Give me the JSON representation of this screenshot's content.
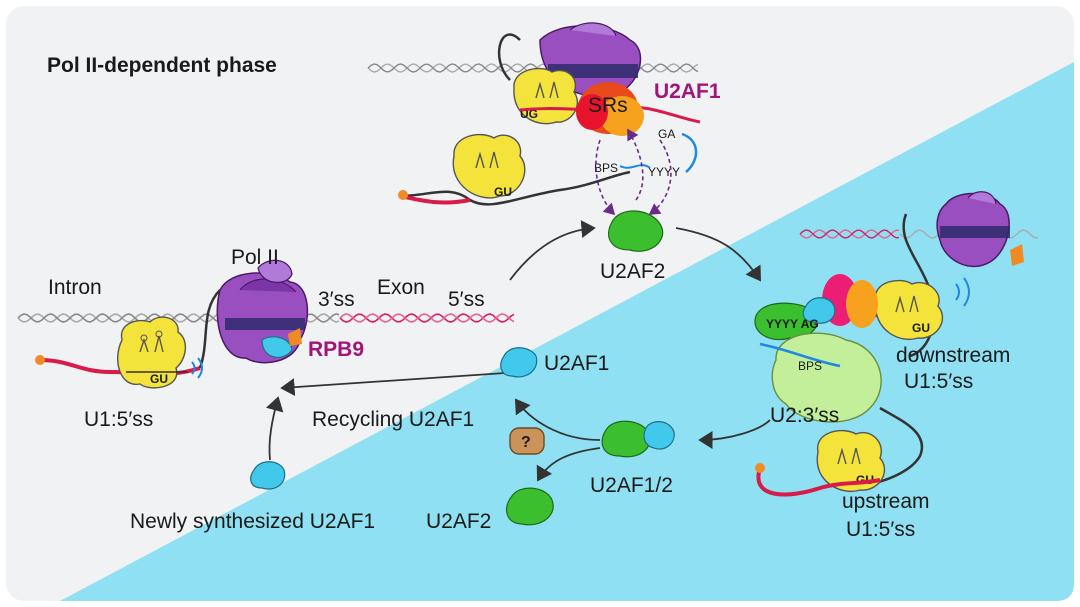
{
  "title": "Pol II-dependent phase",
  "labels": {
    "intron": "Intron",
    "exon": "Exon",
    "pol2": "Pol II",
    "ss3": "3′ss",
    "ss5": "5′ss",
    "rpb9": "RPB9",
    "u1_5ss": "U1:5′ss",
    "u2af2_top": "U2AF2",
    "u2af1_top": "U2AF1",
    "srs": "SRs",
    "ga": "GA",
    "bps_top": "BPS",
    "yyyy_top": "YYYY",
    "ug": "UG",
    "gu": "GU",
    "u2af1_mid": "U2AF1",
    "recycling": "Recycling U2AF1",
    "newly": "Newly synthesized U2AF1",
    "u2af1_2": "U2AF1/2",
    "u2af2_bottom": "U2AF2",
    "question": "?",
    "u2_3ss": "U2:3′ss",
    "bps_right": "BPS",
    "yyyy_ag": "YYYY AG",
    "downstream_1": "downstream",
    "downstream_2": "U1:5′ss",
    "upstream_1": "upstream",
    "upstream_2": "U1:5′ss"
  },
  "colors": {
    "background_top": "#f1f2f3",
    "background_bottom": "#8fe0f2",
    "pol2": "#9a4fc0",
    "u1": "#f4e33a",
    "u2af2": "#3bbf2f",
    "u2af1": "#41c8ea",
    "u2": "#c4ef9a",
    "rna": "#d81b4a",
    "accent": "#a0157a"
  },
  "icons": [
    "rna-polymerase-ii-icon",
    "u1-snrnp-icon",
    "u2af2-icon",
    "u2af1-icon",
    "u2-snrnp-icon",
    "sr-proteins-icon",
    "unknown-factor-icon"
  ]
}
